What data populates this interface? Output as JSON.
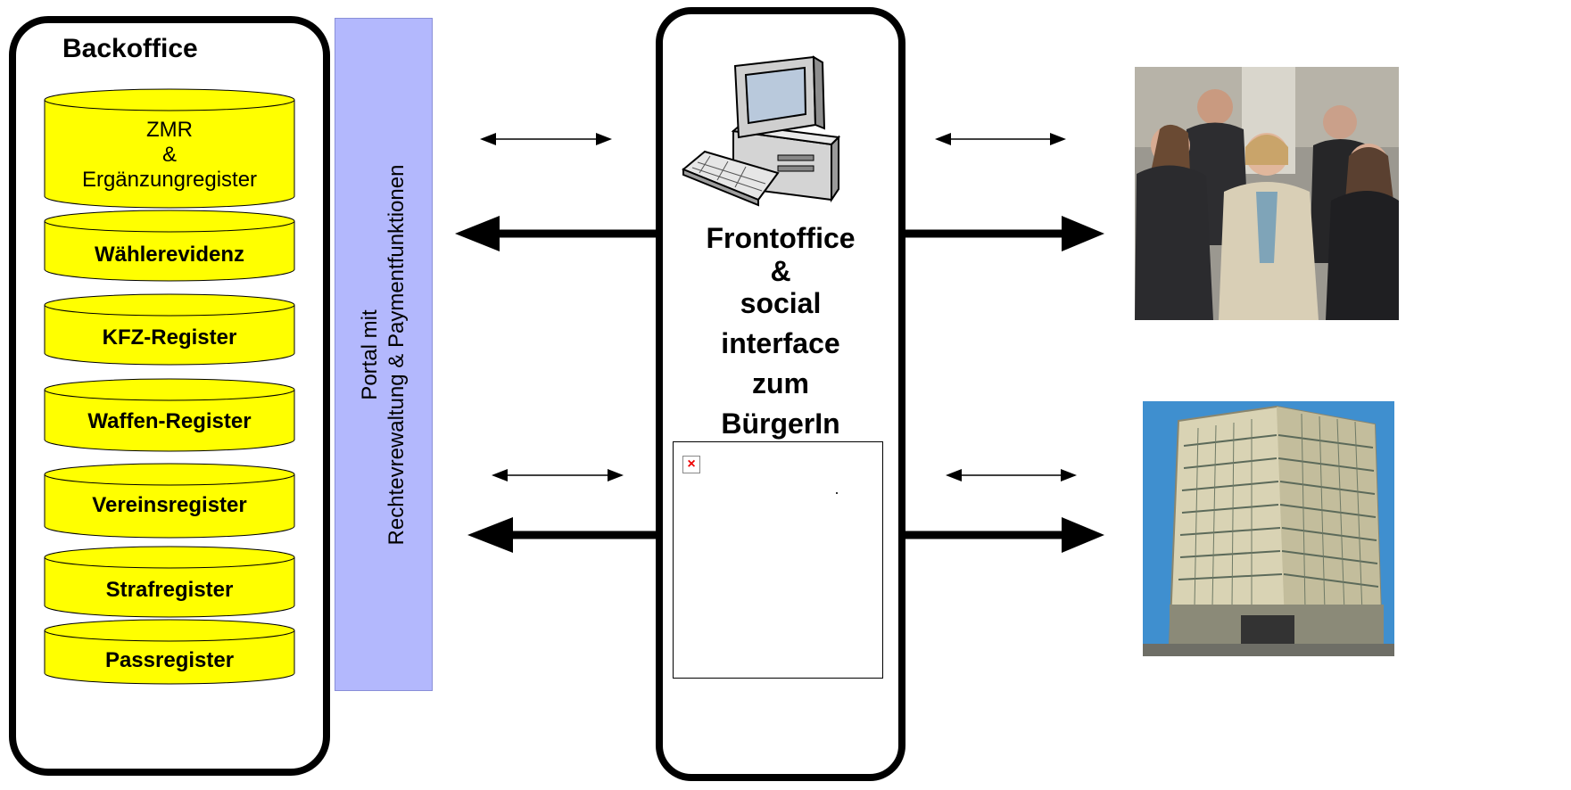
{
  "backoffice": {
    "title": "Backoffice",
    "registers": [
      {
        "label": "ZMR\n&\nErgänzungregister",
        "bold": false
      },
      {
        "label": "Wählerevidenz",
        "bold": true
      },
      {
        "label": "KFZ-Register",
        "bold": true
      },
      {
        "label": "Waffen-Register",
        "bold": true
      },
      {
        "label": "Vereinsregister",
        "bold": true
      },
      {
        "label": "Strafregister",
        "bold": true
      },
      {
        "label": "Passregister",
        "bold": true
      }
    ]
  },
  "portal": {
    "line1": "Portal mit",
    "line2": "Rechtevrewaltung & Paymentfunktionen"
  },
  "frontoffice": {
    "lines": [
      "Frontoffice",
      "&",
      "social",
      "interface",
      "zum",
      "BürgerIn"
    ]
  },
  "colors": {
    "cylinder_fill": "#ffff00",
    "portal_fill": "#b3b8fd",
    "border": "#000000"
  },
  "icons": {
    "computer": "computer-icon",
    "broken_image": "broken-image-icon",
    "people_photo": "people-photo",
    "building_photo": "building-photo"
  }
}
